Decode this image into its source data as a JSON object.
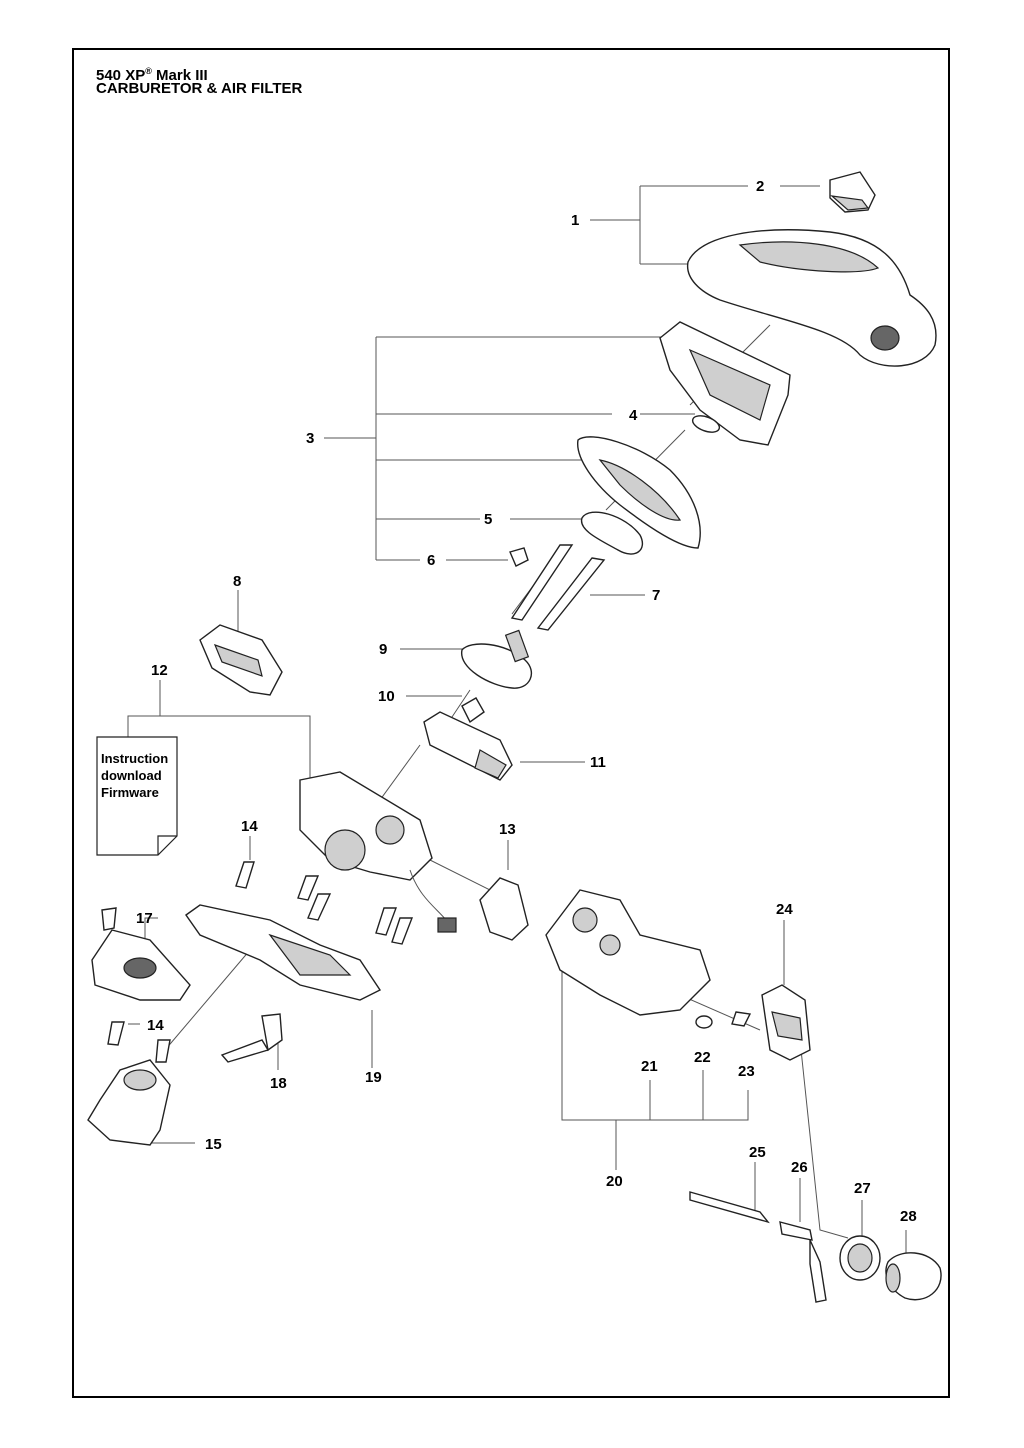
{
  "header": {
    "model": "540 XP",
    "registered": "®",
    "variant": "Mark III",
    "section": "CARBURETOR & AIR FILTER"
  },
  "note": {
    "line1": "Instruction",
    "line2": "download",
    "line3": "Firmware"
  },
  "labels": [
    "1",
    "2",
    "3",
    "4",
    "5",
    "6",
    "7",
    "8",
    "9",
    "10",
    "11",
    "12",
    "13",
    "14",
    "14",
    "15",
    "17",
    "18",
    "19",
    "20",
    "21",
    "22",
    "23",
    "24",
    "25",
    "26",
    "27",
    "28"
  ]
}
